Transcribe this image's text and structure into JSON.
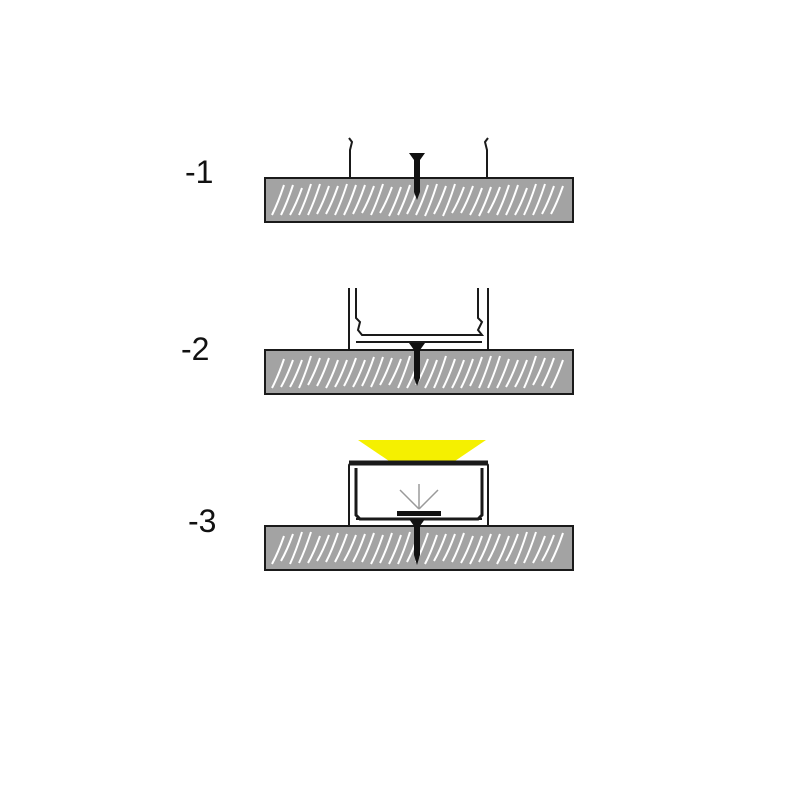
{
  "steps": [
    {
      "label": "-1"
    },
    {
      "label": "-2"
    },
    {
      "label": "-3"
    }
  ],
  "colors": {
    "board": "#a3a3a3",
    "outline": "#1a1a1a",
    "light": "#f5f000",
    "led_rays": "#9a9a9a"
  }
}
